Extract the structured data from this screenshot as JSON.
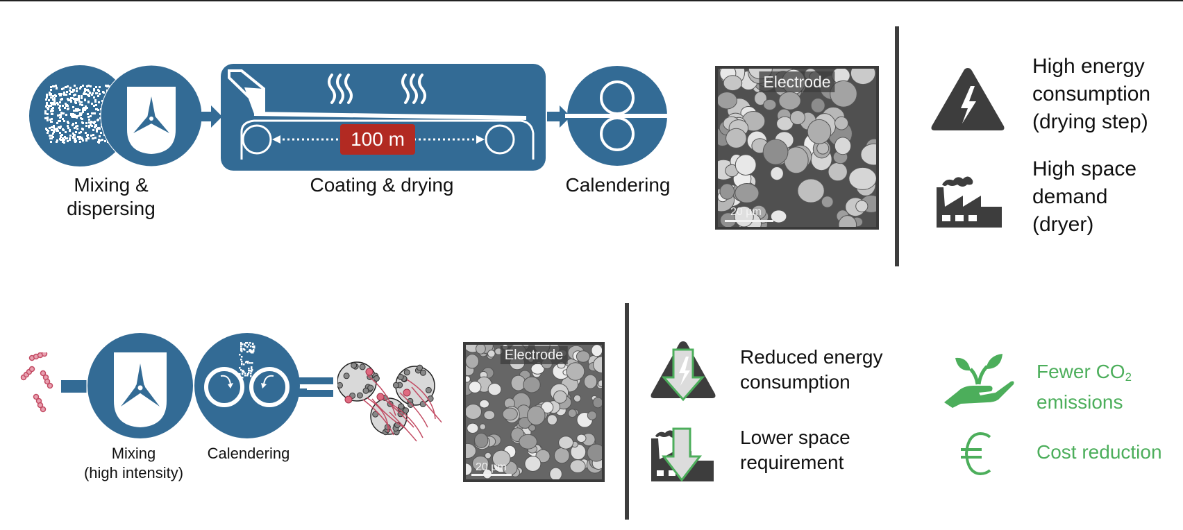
{
  "colors": {
    "process_blue": "#336b95",
    "distance_red": "#b22a22",
    "icon_dark": "#3d3d3d",
    "benefit_green": "#4cae5b",
    "binder_red": "#c24a62"
  },
  "conventional": {
    "steps": [
      {
        "label": "Mixing &\ndispersing",
        "icon": "mixer-icon"
      },
      {
        "label": "Coating & drying",
        "icon": "coater-dryer-icon"
      },
      {
        "label": "Calendering",
        "icon": "calender-rolls-icon"
      }
    ],
    "dryer_length": "100 m",
    "sem": {
      "title": "Electrode",
      "scale": "20 µm"
    },
    "drawbacks": [
      {
        "icon": "high-voltage-warning-icon",
        "text": "High energy\nconsumption\n(drying step)"
      },
      {
        "icon": "factory-icon",
        "text": "High space\ndemand\n(dryer)"
      }
    ]
  },
  "dry_process": {
    "steps": [
      {
        "label": "Mixing\n(high intensity)",
        "icon": "mixer-icon"
      },
      {
        "label": "Calendering",
        "icon": "calender-rolls-icon"
      }
    ],
    "sem": {
      "title": "Electrode",
      "scale": "20 µm"
    },
    "advantages": [
      {
        "icon": "reduced-energy-icon",
        "text": "Reduced energy\nconsumption"
      },
      {
        "icon": "reduced-space-icon",
        "text": "Lower space\nrequirement"
      }
    ],
    "benefits": [
      {
        "icon": "plant-in-hand-icon",
        "text_main": "Fewer CO",
        "text_sub": "2",
        "text_after": "\nemissions"
      },
      {
        "icon": "euro-icon",
        "text": "Cost reduction"
      }
    ]
  }
}
